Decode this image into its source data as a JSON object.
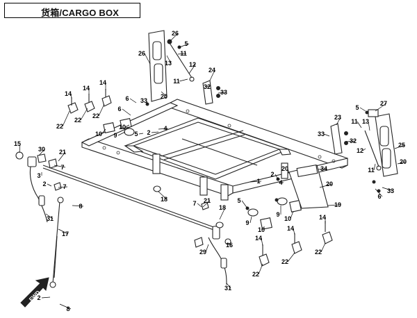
{
  "title": "货箱/CARGO BOX",
  "direction_label": "FWD",
  "callouts": [
    {
      "id": "c26a",
      "label": "26"
    },
    {
      "id": "c5a",
      "label": "5"
    },
    {
      "id": "c11a",
      "label": "11"
    },
    {
      "id": "c26b",
      "label": "26"
    },
    {
      "id": "c13a",
      "label": "13"
    },
    {
      "id": "c12a",
      "label": "12"
    },
    {
      "id": "c24",
      "label": "24"
    },
    {
      "id": "c11b",
      "label": "11"
    },
    {
      "id": "c32a",
      "label": "32"
    },
    {
      "id": "c33a",
      "label": "33"
    },
    {
      "id": "c20a",
      "label": "20"
    },
    {
      "id": "c33b",
      "label": "33"
    },
    {
      "id": "c6a",
      "label": "6"
    },
    {
      "id": "c14a",
      "label": "14"
    },
    {
      "id": "c14b",
      "label": "14"
    },
    {
      "id": "c14c",
      "label": "14"
    },
    {
      "id": "c22a",
      "label": "22"
    },
    {
      "id": "c22b",
      "label": "22"
    },
    {
      "id": "c22c",
      "label": "22"
    },
    {
      "id": "c6b",
      "label": "6"
    },
    {
      "id": "c10a",
      "label": "10"
    },
    {
      "id": "c9a",
      "label": "9"
    },
    {
      "id": "c10b",
      "label": "10"
    },
    {
      "id": "c5b",
      "label": "5"
    },
    {
      "id": "c4a",
      "label": "4"
    },
    {
      "id": "c2a",
      "label": "2"
    },
    {
      "id": "c15",
      "label": "15"
    },
    {
      "id": "c30",
      "label": "30"
    },
    {
      "id": "c21a",
      "label": "21"
    },
    {
      "id": "c3",
      "label": "3"
    },
    {
      "id": "c7a",
      "label": "7"
    },
    {
      "id": "c2b",
      "label": "2"
    },
    {
      "id": "c7b",
      "label": "7"
    },
    {
      "id": "c8a",
      "label": "8"
    },
    {
      "id": "c31a",
      "label": "31"
    },
    {
      "id": "c17",
      "label": "17"
    },
    {
      "id": "c1",
      "label": "1"
    },
    {
      "id": "c18a",
      "label": "18"
    },
    {
      "id": "c21b",
      "label": "21"
    },
    {
      "id": "c7c",
      "label": "7"
    },
    {
      "id": "c18b",
      "label": "18"
    },
    {
      "id": "c16",
      "label": "16"
    },
    {
      "id": "c29",
      "label": "29"
    },
    {
      "id": "c31b",
      "label": "31"
    },
    {
      "id": "c2c",
      "label": "2"
    },
    {
      "id": "c8b",
      "label": "8"
    },
    {
      "id": "c5c",
      "label": "5"
    },
    {
      "id": "c27",
      "label": "27"
    },
    {
      "id": "c23",
      "label": "23"
    },
    {
      "id": "c11c",
      "label": "11"
    },
    {
      "id": "c13b",
      "label": "13"
    },
    {
      "id": "c33c",
      "label": "33"
    },
    {
      "id": "c32b",
      "label": "32"
    },
    {
      "id": "c25",
      "label": "25"
    },
    {
      "id": "c12b",
      "label": "12"
    },
    {
      "id": "c11d",
      "label": "11"
    },
    {
      "id": "c20b",
      "label": "20"
    },
    {
      "id": "c6c",
      "label": "6"
    },
    {
      "id": "c33d",
      "label": "33"
    },
    {
      "id": "c20c",
      "label": "20"
    },
    {
      "id": "c34",
      "label": "34"
    },
    {
      "id": "c2d",
      "label": "2"
    },
    {
      "id": "c4b",
      "label": "4"
    },
    {
      "id": "c20d",
      "label": "20"
    },
    {
      "id": "c19",
      "label": "19"
    },
    {
      "id": "c5d",
      "label": "5"
    },
    {
      "id": "c9b",
      "label": "9"
    },
    {
      "id": "c10c",
      "label": "10"
    },
    {
      "id": "c9c",
      "label": "9"
    },
    {
      "id": "c10d",
      "label": "10"
    },
    {
      "id": "c14d",
      "label": "14"
    },
    {
      "id": "c14e",
      "label": "14"
    },
    {
      "id": "c14f",
      "label": "14"
    },
    {
      "id": "c22d",
      "label": "22"
    },
    {
      "id": "c22e",
      "label": "22"
    },
    {
      "id": "c22f",
      "label": "22"
    }
  ]
}
